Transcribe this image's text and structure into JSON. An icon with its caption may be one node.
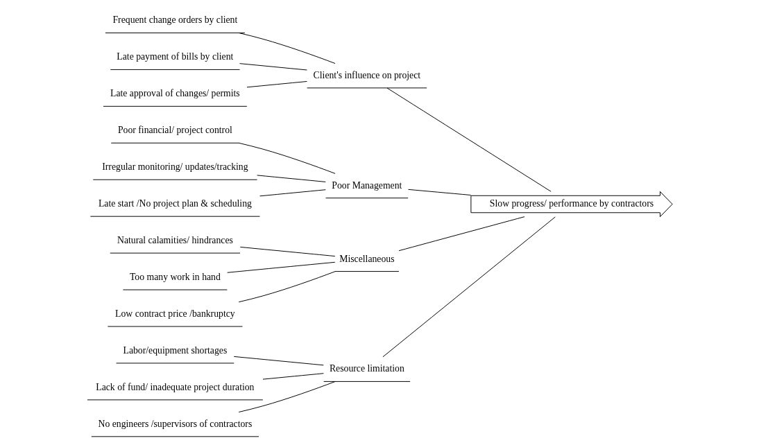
{
  "diagram": {
    "nodes": [
      {
        "text": [
          "Resource limitation"
        ]
      },
      {
        "text": [
          "Client's influence on project"
        ]
      },
      {
        "text": [
          "Labor/equipment shortages"
        ]
      },
      {
        "text": [
          "Frequent change orders by client"
        ]
      },
      {
        "text": [
          "Late payment of bills by client"
        ]
      },
      {
        "text": [
          "Lack of fund/ inadequate project duration"
        ]
      },
      {
        "text": [
          "No engineers /supervisors of contractors"
        ]
      },
      {
        "text": [
          "Late approval of changes/ permits"
        ]
      },
      {
        "text": [
          "Slow progress/ performance by contractors"
        ]
      },
      {
        "text": [
          "Poor financial/ project control"
        ]
      },
      {
        "text": [
          "Natural calamities/ hindrances"
        ]
      },
      {
        "text": [
          "Irregular monitoring/ updates/tracking"
        ]
      },
      {
        "text": [
          "Too many work in hand"
        ]
      },
      {
        "text": [
          "Late start /No project plan & scheduling"
        ]
      },
      {
        "text": [
          "Low contract price /bankruptcy"
        ]
      },
      {
        "text": [
          "Poor Management"
        ]
      },
      {
        "text": [
          "Miscellaneous"
        ]
      }
    ],
    "edges": [
      {
        "from": 2,
        "to": 0,
        "arrow": "none"
      },
      {
        "from": 5,
        "to": 0,
        "arrow": "none"
      },
      {
        "from": 6,
        "to": 0,
        "arrow": "none"
      },
      {
        "from": 3,
        "to": 1,
        "arrow": "none"
      },
      {
        "from": 4,
        "to": 1,
        "arrow": "none"
      },
      {
        "from": 7,
        "to": 1,
        "arrow": "none"
      },
      {
        "from": 9,
        "to": 15,
        "arrow": "none"
      },
      {
        "from": 11,
        "to": 15,
        "arrow": "none"
      },
      {
        "from": 13,
        "to": 15,
        "arrow": "none"
      },
      {
        "from": 10,
        "to": 16,
        "arrow": "none"
      },
      {
        "from": 12,
        "to": 16,
        "arrow": "none"
      },
      {
        "from": 14,
        "to": 16,
        "arrow": "none"
      },
      {
        "from": 0,
        "to": 8,
        "arrow": "none"
      },
      {
        "from": 1,
        "to": 8,
        "arrow": "none"
      },
      {
        "from": 15,
        "to": 8,
        "arrow": "none"
      },
      {
        "from": 16,
        "to": 8,
        "arrow": "none"
      }
    ]
  }
}
